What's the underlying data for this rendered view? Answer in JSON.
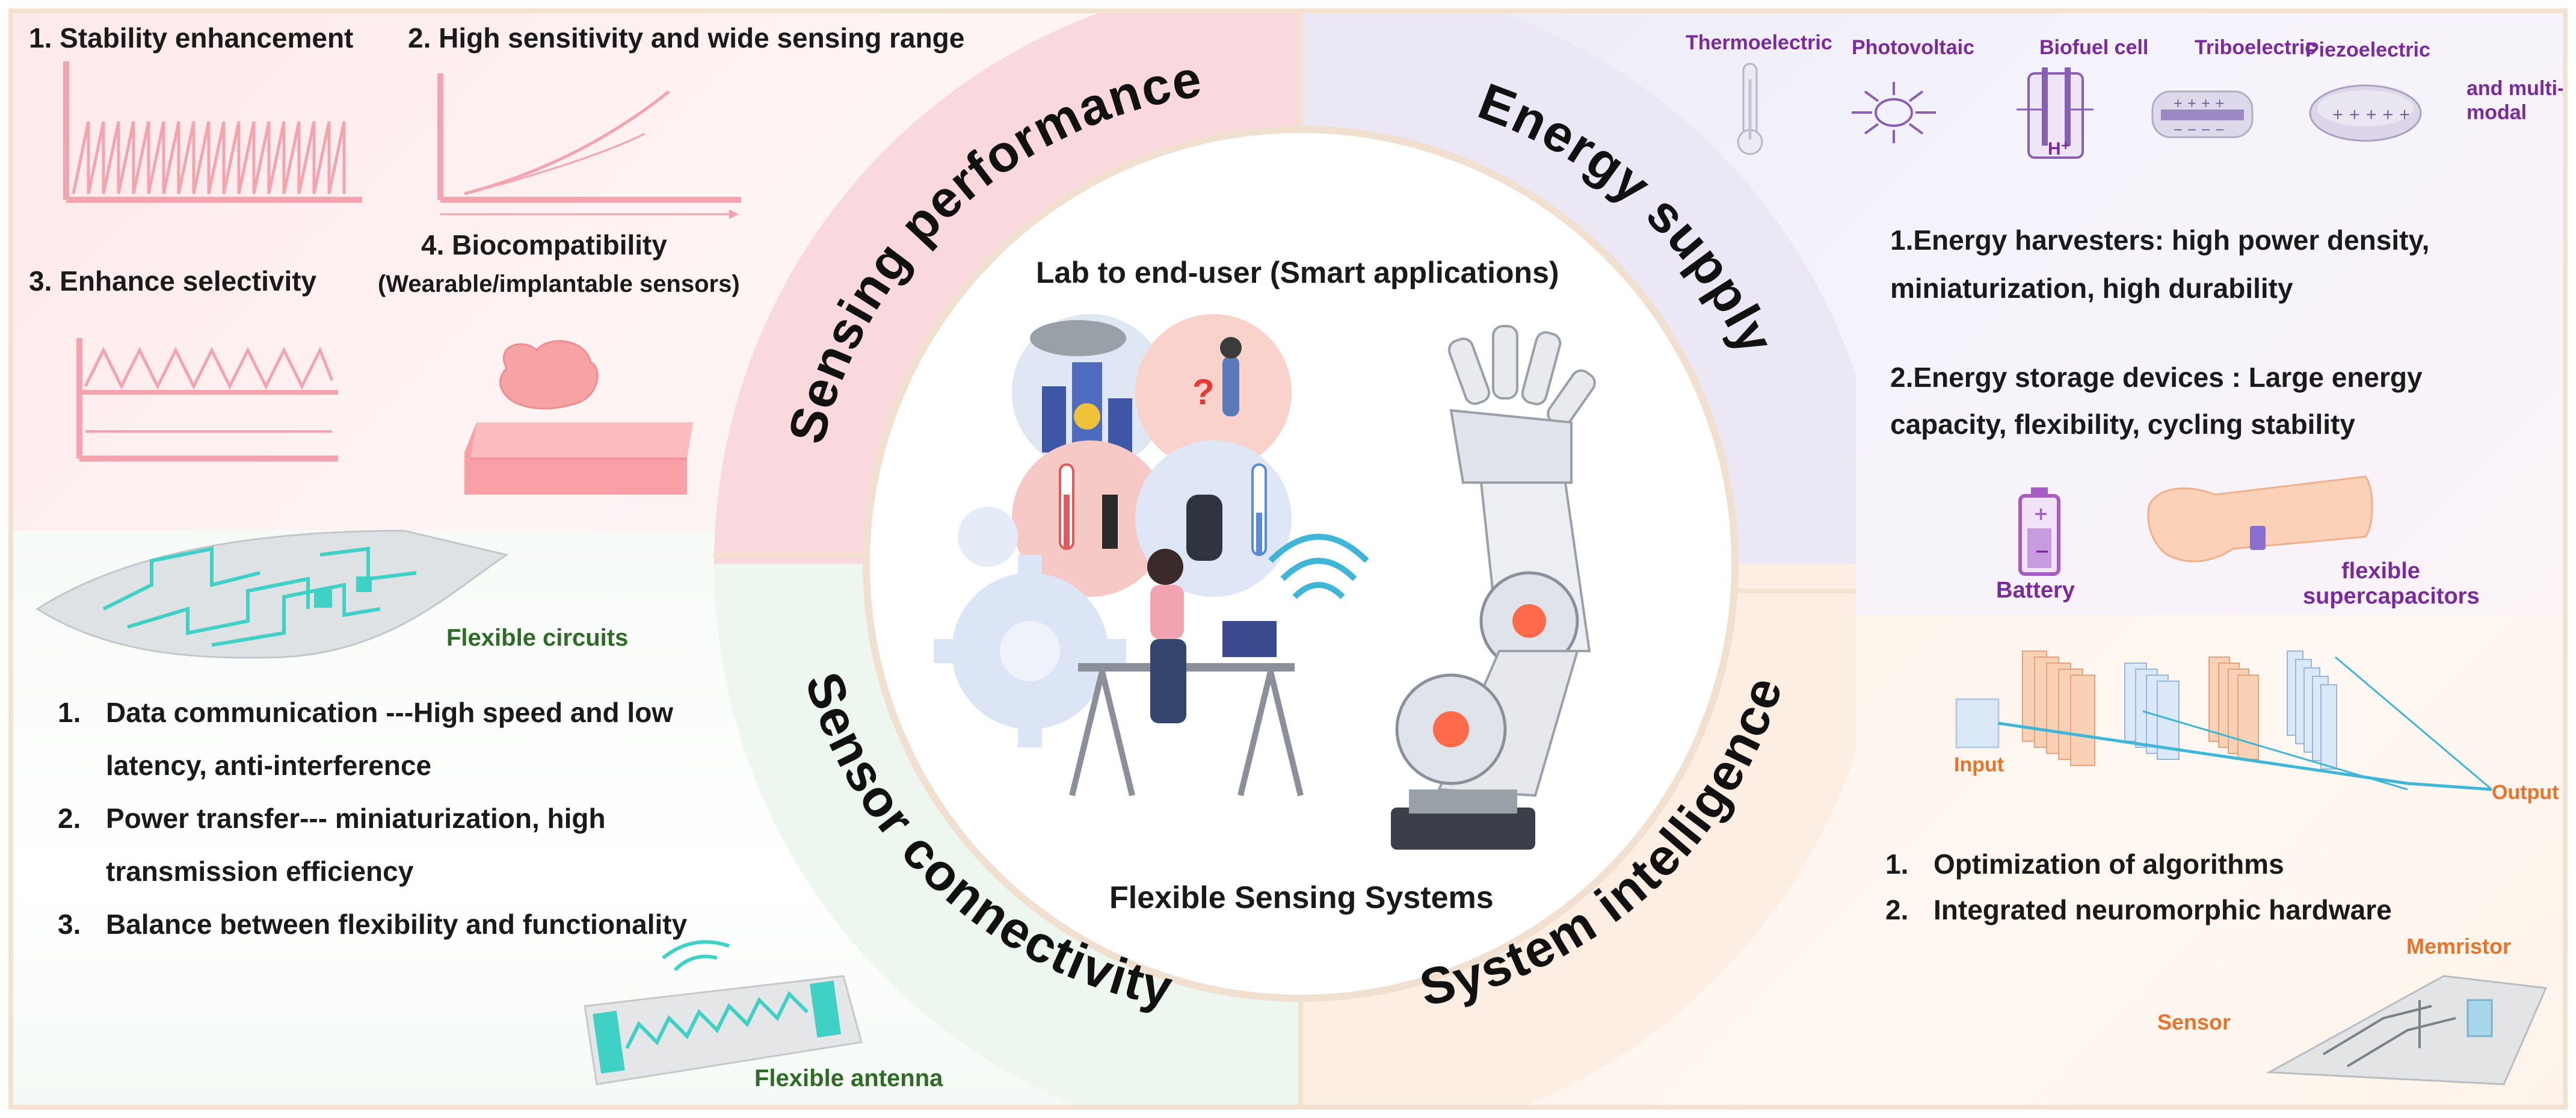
{
  "center": {
    "top_label": "Lab to end-user (Smart applications)",
    "bottom_label": "Flexible Sensing Systems"
  },
  "ring_titles": {
    "sensing": "Sensing   performance",
    "energy": "Energy   supply",
    "connectivity": "Sensor   connectivity",
    "intelligence": "System   intelligence"
  },
  "sensing": {
    "item1": "1. Stability enhancement",
    "item2": "2. High sensitivity and wide sensing range",
    "item3": "3. Enhance selectivity",
    "item4": "4. Biocompatibility",
    "item4_sub": "(Wearable/implantable sensors)"
  },
  "energy": {
    "sources": [
      "Thermoelectric",
      "Photovoltaic",
      "Biofuel cell",
      "Triboelectric",
      "Piezoelectric"
    ],
    "multimodal_1": "and multi-",
    "multimodal_2": "modal",
    "harvesters_1": "1.Energy harvesters: high power density,",
    "harvesters_2": "miniaturization, high durability",
    "storage_1": "2.Energy storage devices : Large energy",
    "storage_2": "capacity, flexibility, cycling stability",
    "battery_label": "Battery",
    "supercap_1": "flexible",
    "supercap_2": "supercapacitors",
    "biofuel_symbol": "H⁺"
  },
  "connectivity": {
    "circuits_label": "Flexible circuits",
    "antenna_label": "Flexible antenna",
    "items": [
      {
        "num": "1.",
        "lines": [
          "Data communication ---High speed and low",
          "latency, anti-interference"
        ]
      },
      {
        "num": "2.",
        "lines": [
          "Power transfer--- miniaturization, high",
          "transmission efficiency"
        ]
      },
      {
        "num": "3.",
        "lines": [
          "Balance between flexibility and functionality"
        ]
      }
    ]
  },
  "intelligence": {
    "input_label": "Input",
    "output_label": "Output",
    "items": [
      {
        "num": "1.",
        "text": "Optimization of algorithms"
      },
      {
        "num": "2.",
        "text": "Integrated neuromorphic hardware"
      }
    ],
    "memristor_label": "Memristor",
    "sensor_label": "Sensor"
  },
  "colors": {
    "pink_line": "#f4a4ae",
    "purple": "#7b2a9d",
    "green": "#2f6b27",
    "orange": "#e8732a",
    "teal": "#3fd0c6"
  }
}
